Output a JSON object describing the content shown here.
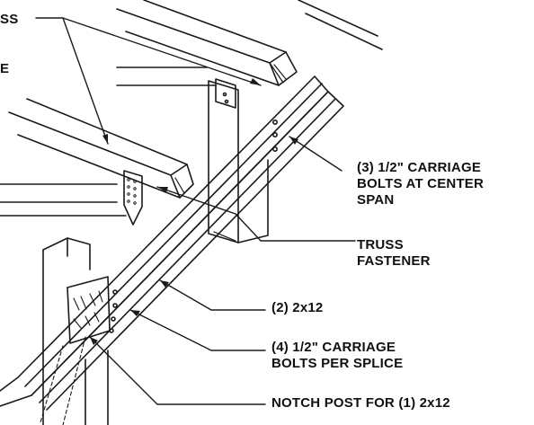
{
  "labels": {
    "truss_cut": "SS",
    "edge_cut": "E",
    "carriage_bolts_center": [
      "(3) 1/2\" CARRIAGE",
      "BOLTS AT CENTER",
      "SPAN"
    ],
    "truss_fastener": [
      "TRUSS",
      "FASTENER"
    ],
    "beam_2x12": "(2) 2x12",
    "carriage_bolts_splice": [
      "(4) 1/2\" CARRIAGE",
      "BOLTS PER SPLICE"
    ],
    "notch_post": "NOTCH POST FOR (1) 2x12"
  },
  "colors": {
    "ink": "#1a1a1a",
    "paper": "#ffffff"
  }
}
